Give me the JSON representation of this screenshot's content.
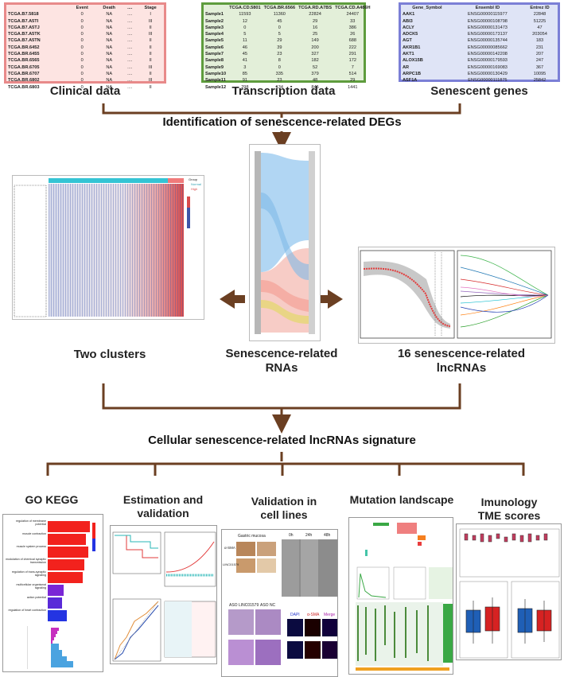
{
  "clinical": {
    "caption": "Clinical data",
    "border_color": "#e88a8a",
    "fill_color": "#fde4e2",
    "headers": [
      "",
      "Event",
      "Death",
      "....",
      "Stage"
    ],
    "rows": [
      [
        "TCGA.B7.5818",
        "0",
        "NA",
        "....",
        "I"
      ],
      [
        "TCGA.B7.A5TI",
        "0",
        "NA",
        "....",
        "III"
      ],
      [
        "TCGA.B7.A5TJ",
        "0",
        "NA",
        "....",
        "II"
      ],
      [
        "TCGA.B7.A5TK",
        "0",
        "NA",
        "....",
        "III"
      ],
      [
        "TCGA.B7.A5TN",
        "0",
        "NA",
        "....",
        "II"
      ],
      [
        "TCGA.BR.6452",
        "0",
        "NA",
        "....",
        "II"
      ],
      [
        "TCGA.BR.6455",
        "0",
        "NA",
        "....",
        "II"
      ],
      [
        "TCGA.BR.6565",
        "0",
        "NA",
        "....",
        "II"
      ],
      [
        "TCGA.BR.6705",
        "0",
        "NA",
        "....",
        "III"
      ],
      [
        "TCGA.BR.6707",
        "0",
        "NA",
        "....",
        "II"
      ],
      [
        "TCGA.BR.6802",
        "0",
        "NA",
        "....",
        "III"
      ],
      [
        "TCGA.BR.6803",
        "0",
        "NA",
        "....",
        "II"
      ]
    ]
  },
  "transcription": {
    "caption": "Transcription data",
    "border_color": "#5e9c3d",
    "fill_color": "#e3efd9",
    "headers": [
      "",
      "TCGA.CD.5801",
      "TCGA.BR.6566",
      "TCGA.RD.A7BS",
      "TCGA.CD.A486H"
    ],
    "rows": [
      [
        "Sample1",
        "11593",
        "11360",
        "22824",
        "24407"
      ],
      [
        "Sample2",
        "12",
        "45",
        "29",
        "33"
      ],
      [
        "Sample3",
        "0",
        "0",
        "16",
        "386"
      ],
      [
        "Sample4",
        "5",
        "5",
        "25",
        "26"
      ],
      [
        "Sample5",
        "11",
        "29",
        "149",
        "688"
      ],
      [
        "Sample6",
        "46",
        "39",
        "200",
        "222"
      ],
      [
        "Sample7",
        "45",
        "23",
        "327",
        "291"
      ],
      [
        "Sample8",
        "41",
        "8",
        "182",
        "172"
      ],
      [
        "Sample9",
        "3",
        "0",
        "52",
        "7"
      ],
      [
        "Sample10",
        "85",
        "335",
        "379",
        "514"
      ],
      [
        "Sample11",
        "91",
        "23",
        "48",
        "29"
      ],
      [
        "Sample12",
        "298",
        "134",
        "845",
        "1441"
      ]
    ]
  },
  "senescent": {
    "caption": "Senescent genes",
    "border_color": "#7b7fd6",
    "fill_color": "#dfe4f6",
    "headers": [
      "Gene_Symbol",
      "Ensembl ID",
      "Entrez ID"
    ],
    "rows": [
      [
        "AAK1",
        "ENSG00000115977",
        "22848"
      ],
      [
        "ABI3",
        "ENSG00000108798",
        "51225"
      ],
      [
        "ACLY",
        "ENSG00000131473",
        "47"
      ],
      [
        "ADCK5",
        "ENSG00000173137",
        "203054"
      ],
      [
        "AGT",
        "ENSG00000135744",
        "183"
      ],
      [
        "AKR1B1",
        "ENSG00000085662",
        "231"
      ],
      [
        "AKT1",
        "ENSG00000142208",
        "207"
      ],
      [
        "ALOX15B",
        "ENSG00000179593",
        "247"
      ],
      [
        "AR",
        "ENSG00000169083",
        "367"
      ],
      [
        "ARPC1B",
        "ENSG00000130429",
        "10095"
      ],
      [
        "ASF1A",
        "ENSG00000111875",
        "25842"
      ]
    ]
  },
  "headings": {
    "identification": "Identification of senescence-related DEGs",
    "signature": "Cellular senescence-related lncRNAs signature"
  },
  "middle": {
    "two_clusters": "Two clusters",
    "senescence_rnas_line1": "Senescence-related",
    "senescence_rnas_line2": "RNAs",
    "lncrnas_line1": "16 senescence-related",
    "lncrnas_line2": "lncRNAs",
    "heatmap_legend_title": "Group",
    "heatmap_legend_items": [
      "Normal",
      "High"
    ]
  },
  "bottom": {
    "go_kegg": "GO KEGG",
    "estimation_line1": "Estimation and",
    "estimation_line2": "validation",
    "validation_line1": "Validation in",
    "validation_line2": "cell lines",
    "mutation": "Mutation landscape",
    "immunology_line1": "Imunology",
    "immunology_line2": "TME scores"
  },
  "go_terms": [
    "regulation of membrane potential",
    "muscle contraction",
    "muscle system process",
    "modulation of chemical synaptic transmission",
    "regulation of trans-synaptic signaling",
    "multicellular organismal signaling",
    "action potential",
    "regulation of heart contraction"
  ],
  "validation_labels": {
    "gastric_mucosa": "Gastric mucosa",
    "asma": "α-SMA",
    "linc": "LINC01579",
    "aso_linc": "ASO LINC01579",
    "aso_nc": "ASO NC",
    "dapi": "DAPI",
    "merge": "Merge",
    "time_labels": [
      "0h",
      "24h",
      "48h"
    ]
  },
  "colors": {
    "arrow": "#6b3f22",
    "connector": "#6b3f22"
  }
}
